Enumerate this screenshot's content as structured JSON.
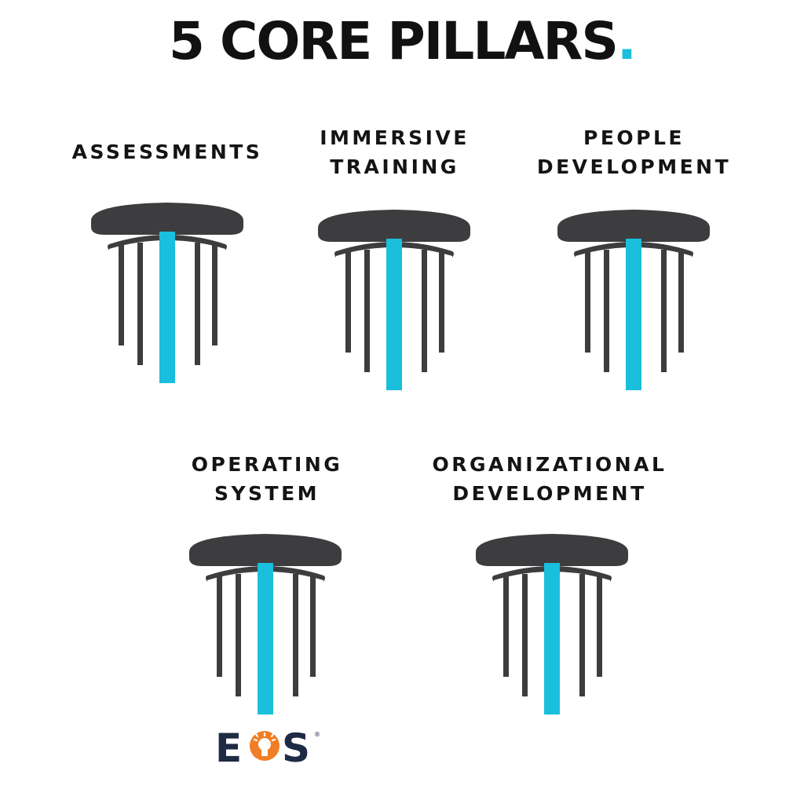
{
  "title": {
    "main": "5 CORE PILLARS",
    "dot": "."
  },
  "colors": {
    "pillar": "#3d3d3f",
    "accent": "#19bfdc",
    "text": "#141414",
    "eos_navy": "#1f2a44",
    "eos_orange": "#f07e26"
  },
  "pillars": [
    {
      "line1": "ASSESSMENTS",
      "line2": ""
    },
    {
      "line1": "IMMERSIVE",
      "line2": "TRAINING"
    },
    {
      "line1": "PEOPLE",
      "line2": "DEVELOPMENT"
    },
    {
      "line1": "OPERATING",
      "line2": "SYSTEM"
    },
    {
      "line1": "ORGANIZATIONAL",
      "line2": "DEVELOPMENT"
    }
  ],
  "logo": {
    "text": "EOS",
    "mark": "®",
    "icon": "lightbulb-icon"
  }
}
